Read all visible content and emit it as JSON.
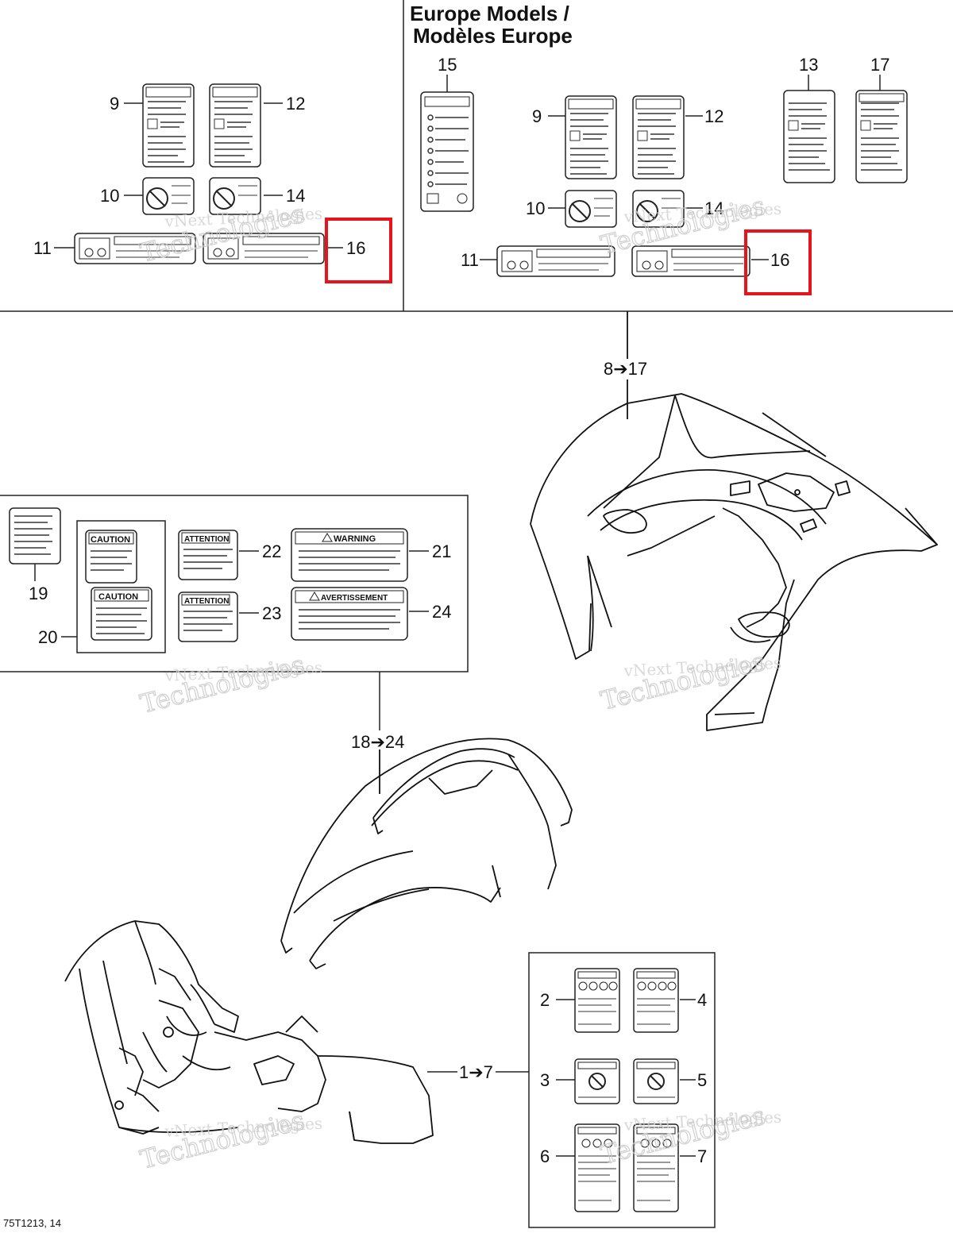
{
  "header": {
    "title_line1": "Europe Models /",
    "title_line2": "Modèles Europe"
  },
  "callouts": {
    "c1_7": "1➔7",
    "c2": "2",
    "c3": "3",
    "c4": "4",
    "c5": "5",
    "c6": "6",
    "c7": "7",
    "c8_17": "8➔17",
    "c9": "9",
    "c10": "10",
    "c11": "11",
    "c12": "12",
    "c13": "13",
    "c14": "14",
    "c15": "15",
    "c16": "16",
    "c17": "17",
    "c18_24": "18➔24",
    "c19": "19",
    "c20": "20",
    "c21": "21",
    "c22": "22",
    "c23": "23",
    "c24": "24"
  },
  "labels": {
    "caution": "CAUTION",
    "attention": "ATTENTION",
    "warning": "WARNING",
    "avertissement": "AVERTISSEMENT"
  },
  "watermark": {
    "brand": "vNext Technologies",
    "word": "Technologies"
  },
  "footer": {
    "ref": "75T1213, 14"
  },
  "colors": {
    "highlight": "#e8141c",
    "ink": "#111111",
    "watermark": "#c8c8c8"
  }
}
